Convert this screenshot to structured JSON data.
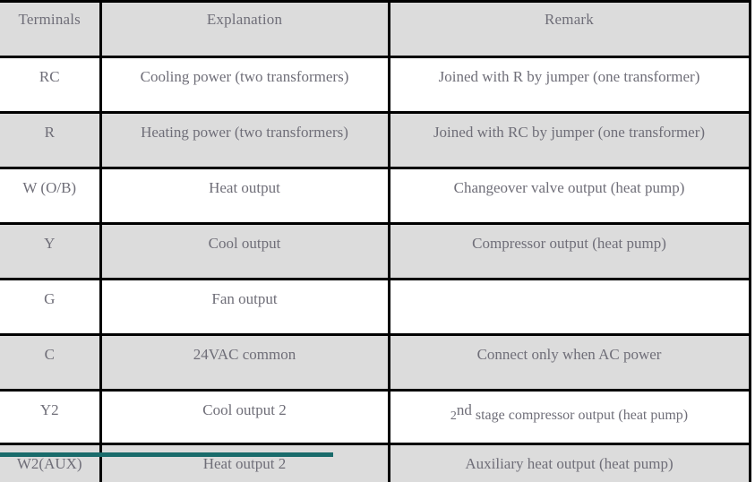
{
  "table": {
    "columns": [
      {
        "key": "terminals",
        "label": "Terminals"
      },
      {
        "key": "explanation",
        "label": "Explanation"
      },
      {
        "key": "remark",
        "label": "Remark"
      }
    ],
    "rows": [
      {
        "terminals": "RC",
        "explanation": "Cooling power (two transformers)",
        "remark": "Joined with R by jumper (one transformer)"
      },
      {
        "terminals": "R",
        "explanation": "Heating power (two transformers)",
        "remark": "Joined with RC by jumper (one transformer)"
      },
      {
        "terminals": "W (O/B)",
        "explanation": "Heat output",
        "remark": "Changeover valve output (heat pump)"
      },
      {
        "terminals": "Y",
        "explanation": "Cool output",
        "remark": "Compressor output (heat pump)"
      },
      {
        "terminals": "G",
        "explanation": "Fan output",
        "remark": ""
      },
      {
        "terminals": "C",
        "explanation": "24VAC common",
        "remark": "Connect only when AC power"
      },
      {
        "terminals": "Y2",
        "explanation": "Cool output 2",
        "remark_parts": {
          "number": "2",
          "ordinal": "nd",
          "rest": " stage compressor output (heat pump)"
        }
      },
      {
        "terminals": "W2(AUX)",
        "explanation": "Heat output 2",
        "remark": "Auxiliary heat output (heat pump)"
      }
    ]
  },
  "styling": {
    "header_background": "#dcdcdc",
    "row_alternate_background": "#dcdcdc",
    "row_base_background": "#ffffff",
    "text_color": "#6f6e78",
    "border_color": "#000000",
    "accent_rule_color": "#196b6b"
  }
}
